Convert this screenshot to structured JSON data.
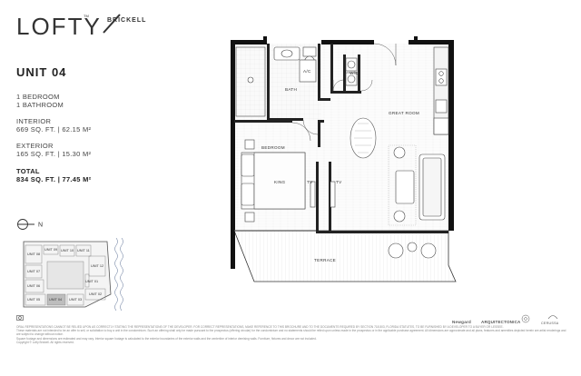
{
  "brand": {
    "logo_text": "LOFTY",
    "trademark": "TM",
    "sub": "BRICKELL"
  },
  "unit": {
    "title": "UNIT 04",
    "bedrooms": "1 BEDROOM",
    "bathrooms": "1 BATHROOM",
    "interior_label": "INTERIOR",
    "interior_value": "669 SQ. FT. | 62.15 M²",
    "exterior_label": "EXTERIOR",
    "exterior_value": "165 SQ. FT. | 15.30 M²",
    "total_label": "TOTAL",
    "total_value": "834 SQ. FT. | 77.45 M²"
  },
  "compass": {
    "label": "N"
  },
  "floorplan": {
    "labels": {
      "bath": "BATH",
      "ac": "A/C",
      "wd": "W/D",
      "great_room": "GREAT ROOM",
      "bedroom": "BEDROOM",
      "king": "KING",
      "tv1": "TV",
      "tv2": "TV",
      "terrace": "TERRACE"
    }
  },
  "keyplan": {
    "units": [
      "UNIT 08",
      "UNIT 09",
      "UNIT 10",
      "UNIT 11",
      "UNIT 12",
      "UNIT 07",
      "UNIT 06",
      "UNIT 05",
      "UNIT 04",
      "UNIT 03",
      "UNIT 02",
      "UNIT 01"
    ],
    "highlight": "UNIT 04"
  },
  "footer": {
    "partners": [
      "Newgard",
      "ARQUITECTONICA",
      "CERUSSA"
    ]
  },
  "disclaimer": [
    "ORAL REPRESENTATIONS CANNOT BE RELIED UPON AS CORRECTLY STATING THE REPRESENTATIONS OF THE DEVELOPER. FOR CORRECT REPRESENTATIONS, MAKE REFERENCE TO THIS BROCHURE AND TO THE DOCUMENTS REQUIRED BY SECTION 718.503, FLORIDA STATUTES, TO BE FURNISHED BY A DEVELOPER TO A BUYER OR LESSEE.",
    "These materials are not intended to be an offer to sell, or solicitation to buy a unit in the condominium. Such an offering shall only be made pursuant to the prospectus (offering circular) for the condominium and no statements should be relied upon unless made in the prospectus or in the applicable purchase agreement. All dimensions are approximate and all plans, features and amenities depicted herein are artist renderings and are subject to change without notice.",
    "Square footage and dimensions are estimated and may vary. Interior square footage is calculated to the exterior boundaries of the exterior walls and the centerline of interior demising walls. Furniture, fixtures and decor are not included.",
    "Copyright © Lofty Brickell. All rights reserved."
  ]
}
